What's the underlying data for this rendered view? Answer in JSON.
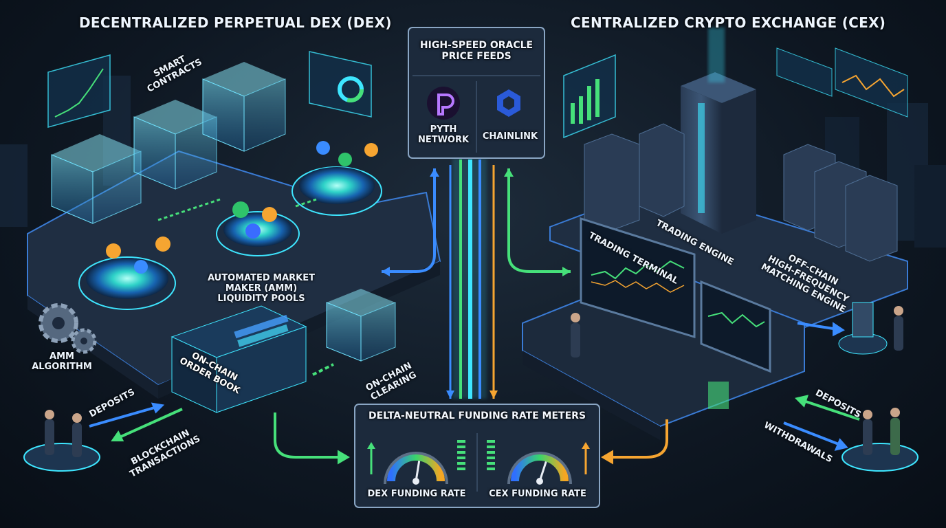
{
  "titles": {
    "dex": "DECENTRALIZED PERPETUAL DEX (DEX)",
    "cex": "CENTRALIZED CRYPTO EXCHANGE (CEX)"
  },
  "oracle": {
    "title_line1": "HIGH-SPEED ORACLE",
    "title_line2": "PRICE FEEDS",
    "providers": [
      {
        "name_line1": "PYTH",
        "name_line2": "NETWORK",
        "icon": "pyth-logo"
      },
      {
        "name_line1": "CHAINLINK",
        "name_line2": "",
        "icon": "chainlink-logo"
      }
    ]
  },
  "dex": {
    "smart_contracts_line1": "SMART",
    "smart_contracts_line2": "CONTRACTS",
    "amm_pools_line1": "AUTOMATED MARKET",
    "amm_pools_line2": "MAKER (AMM)",
    "amm_pools_line3": "LIQUIDITY POOLS",
    "amm_algorithm_line1": "AMM",
    "amm_algorithm_line2": "ALGORITHM",
    "order_book_line1": "ON-CHAIN",
    "order_book_line2": "ORDER BOOK",
    "clearing_line1": "ON-CHAIN",
    "clearing_line2": "CLEARING",
    "deposits": "DEPOSITS",
    "blockchain_line1": "BLOCKCHAIN",
    "blockchain_line2": "TRANSACTIONS"
  },
  "cex": {
    "trading_engine": "TRADING ENGINE",
    "trading_terminal": "TRADING TERMINAL",
    "matching_line1": "OFF-CHAIN",
    "matching_line2": "HIGH-FREQUENCY",
    "matching_line3": "MATCHING ENGINE",
    "deposits": "DEPOSITS",
    "withdrawals": "WITHDRAWALS"
  },
  "funding": {
    "title": "DELTA-NEUTRAL FUNDING RATE METERS",
    "dex_label": "DEX FUNDING RATE",
    "cex_label": "CEX FUNDING RATE",
    "dex_gauge_level": 0.55,
    "cex_gauge_level": 0.6
  },
  "colors": {
    "cyan": "#3ee6ff",
    "green": "#46e07a",
    "blue": "#3a8cff",
    "orange": "#f6a531",
    "panel": "#1c2a3c"
  }
}
